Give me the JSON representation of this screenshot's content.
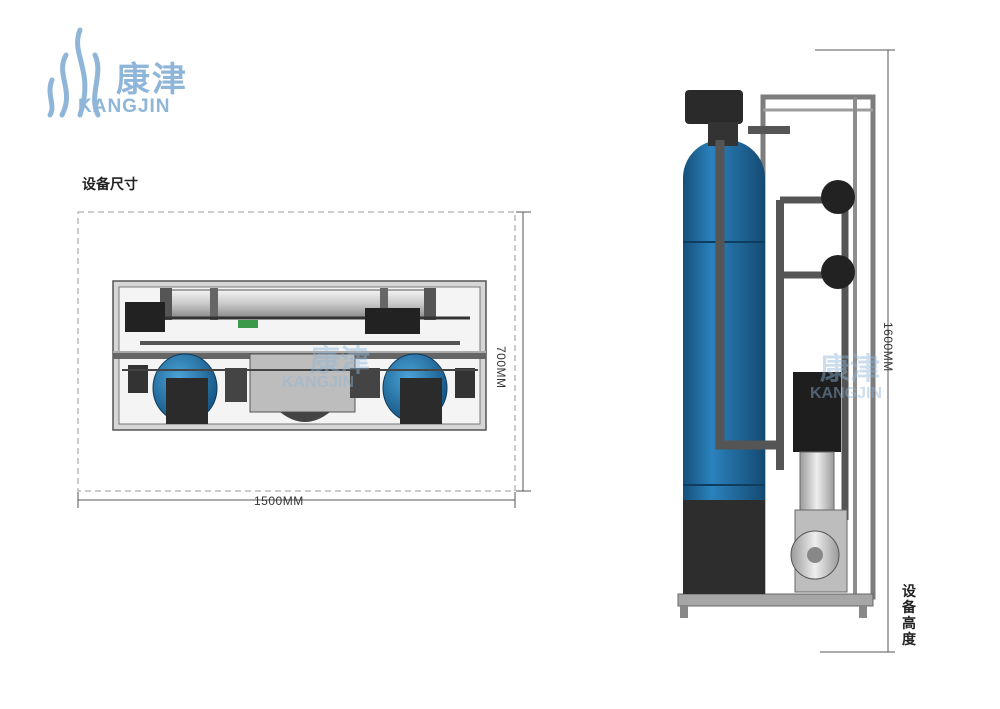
{
  "logo": {
    "name_cn": "康津",
    "name_en": "KANGJIN"
  },
  "section_title": "设备尺寸",
  "dimensions": {
    "width_label": "1500MM",
    "depth_label": "700MM",
    "height_label": "1600MM"
  },
  "height_caption": "设备高度",
  "watermark": {
    "name_cn": "康津",
    "name_en": "KANGJIN"
  },
  "colors": {
    "brand": "#8fb6d8",
    "tank_blue": "#1f6fa8",
    "frame_gray": "#8d8d8d"
  }
}
